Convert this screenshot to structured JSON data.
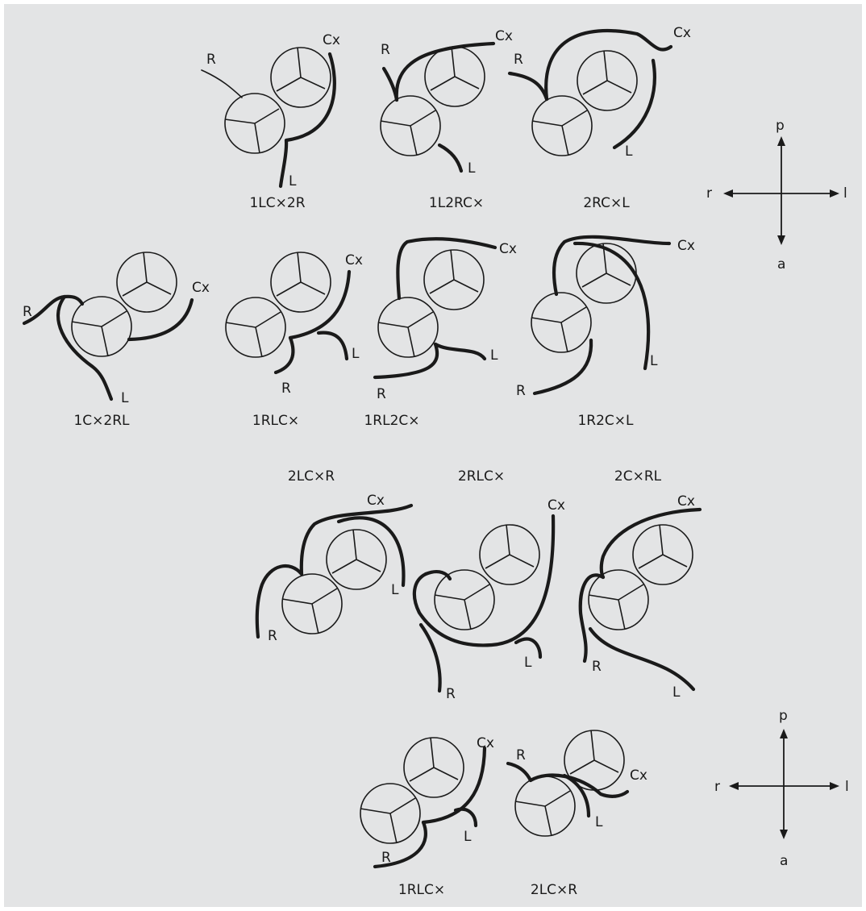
{
  "diagrams": [
    {
      "id": "d01",
      "caption": "1LC×2R",
      "labels": {
        "r": "R",
        "cx": "Cx",
        "l": "L"
      }
    },
    {
      "id": "d02",
      "caption": "1L2RC×",
      "labels": {
        "r": "R",
        "cx": "Cx",
        "l": "L"
      }
    },
    {
      "id": "d03",
      "caption": "2RC×L",
      "labels": {
        "r": "R",
        "cx": "Cx",
        "l": "L"
      }
    },
    {
      "id": "d04",
      "caption": "1C×2RL",
      "labels": {
        "r": "R",
        "cx": "Cx",
        "l": "L"
      }
    },
    {
      "id": "d05",
      "caption": "1RLC×",
      "labels": {
        "r": "R",
        "cx": "Cx",
        "l": "L"
      }
    },
    {
      "id": "d06",
      "caption": "1RL2C×",
      "labels": {
        "r": "R",
        "cx": "Cx",
        "l": "L"
      }
    },
    {
      "id": "d07",
      "caption": "1R2C×L",
      "labels": {
        "r": "R",
        "cx": "Cx",
        "l": "L"
      }
    },
    {
      "id": "d08",
      "caption": "2LC×R",
      "labels": {
        "r": "R",
        "cx": "Cx",
        "l": "L"
      }
    },
    {
      "id": "d09",
      "caption": "2RLC×",
      "labels": {
        "r": "R",
        "cx": "Cx",
        "l": "L"
      }
    },
    {
      "id": "d10",
      "caption": "2C×RL",
      "labels": {
        "r": "R",
        "cx": "Cx",
        "l": "L"
      }
    },
    {
      "id": "d11",
      "caption": "1RLC×",
      "labels": {
        "r": "R",
        "cx": "Cx",
        "l": "L"
      }
    },
    {
      "id": "d12",
      "caption": "2LC×R",
      "labels": {
        "r": "R",
        "cx": "Cx",
        "l": "L"
      }
    }
  ],
  "compass_top": {
    "posterior": "p",
    "anterior": "a",
    "right": "r",
    "left": "l"
  },
  "compass_bottom": {
    "posterior": "p",
    "anterior": "a",
    "right": "r",
    "left": "l"
  }
}
